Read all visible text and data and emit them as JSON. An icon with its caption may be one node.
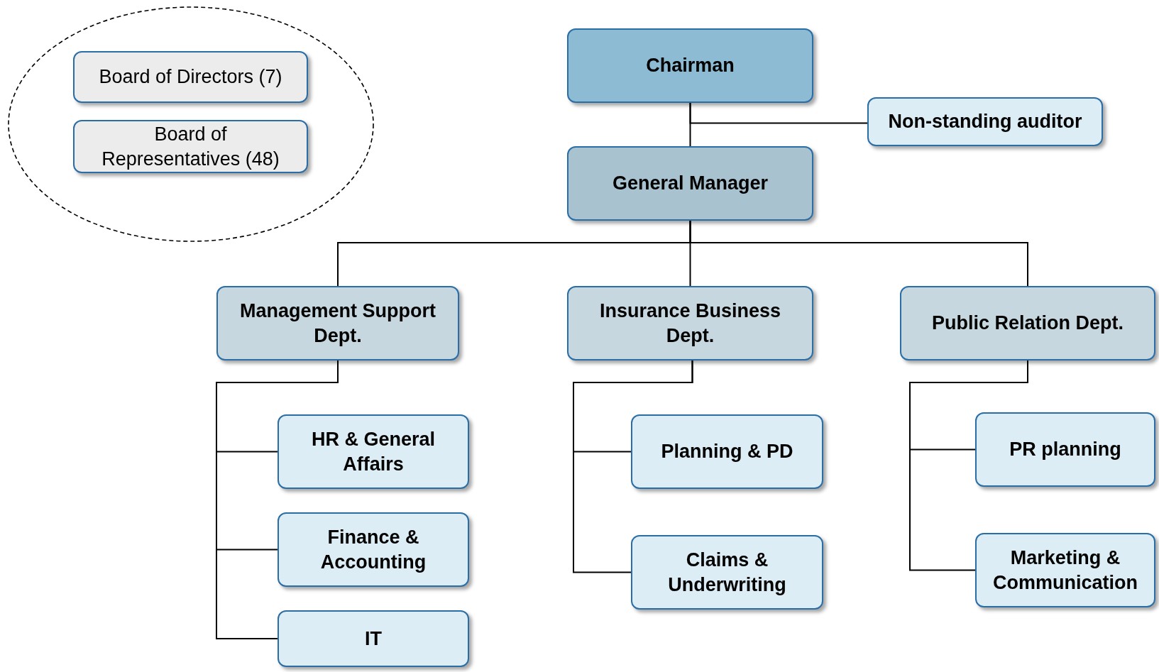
{
  "diagram": {
    "nodes": [
      {
        "text": [],
        "shape": "ellipse"
      },
      {
        "text": [
          "Board of Directors (7)"
        ],
        "in": 0
      },
      {
        "text": [
          "Board of Representatives (48)"
        ],
        "in": 0
      },
      {
        "text": [
          "Chairman"
        ]
      },
      {
        "text": [
          "Non-standing auditor"
        ]
      },
      {
        "text": [
          "General Manager"
        ]
      },
      {
        "text": [
          "Management Support Dept."
        ]
      },
      {
        "text": [
          "Insurance Business Dept."
        ]
      },
      {
        "text": [
          "Public Relation Dept."
        ]
      },
      {
        "text": [
          "HR & General Affairs"
        ]
      },
      {
        "text": [
          "Finance & Accounting"
        ]
      },
      {
        "text": [
          "IT"
        ]
      },
      {
        "text": [
          "Planning & PD"
        ]
      },
      {
        "text": [
          "Claims & Underwriting"
        ]
      },
      {
        "text": [
          "PR planning"
        ]
      },
      {
        "text": [
          "Marketing & Communication"
        ]
      }
    ],
    "edges": [
      {
        "from": 3,
        "to": 5,
        "arrow": "none"
      },
      {
        "from": 3,
        "to": 4,
        "arrow": "none"
      },
      {
        "from": 5,
        "to": 6,
        "arrow": "none"
      },
      {
        "from": 5,
        "to": 7,
        "arrow": "none"
      },
      {
        "from": 5,
        "to": 8,
        "arrow": "none"
      },
      {
        "from": 6,
        "to": 9,
        "arrow": "none"
      },
      {
        "from": 6,
        "to": 10,
        "arrow": "none"
      },
      {
        "from": 6,
        "to": 11,
        "arrow": "none"
      },
      {
        "from": 7,
        "to": 12,
        "arrow": "none"
      },
      {
        "from": 7,
        "to": 13,
        "arrow": "none"
      },
      {
        "from": 8,
        "to": 14,
        "arrow": "none"
      },
      {
        "from": 8,
        "to": 15,
        "arrow": "none"
      }
    ]
  }
}
